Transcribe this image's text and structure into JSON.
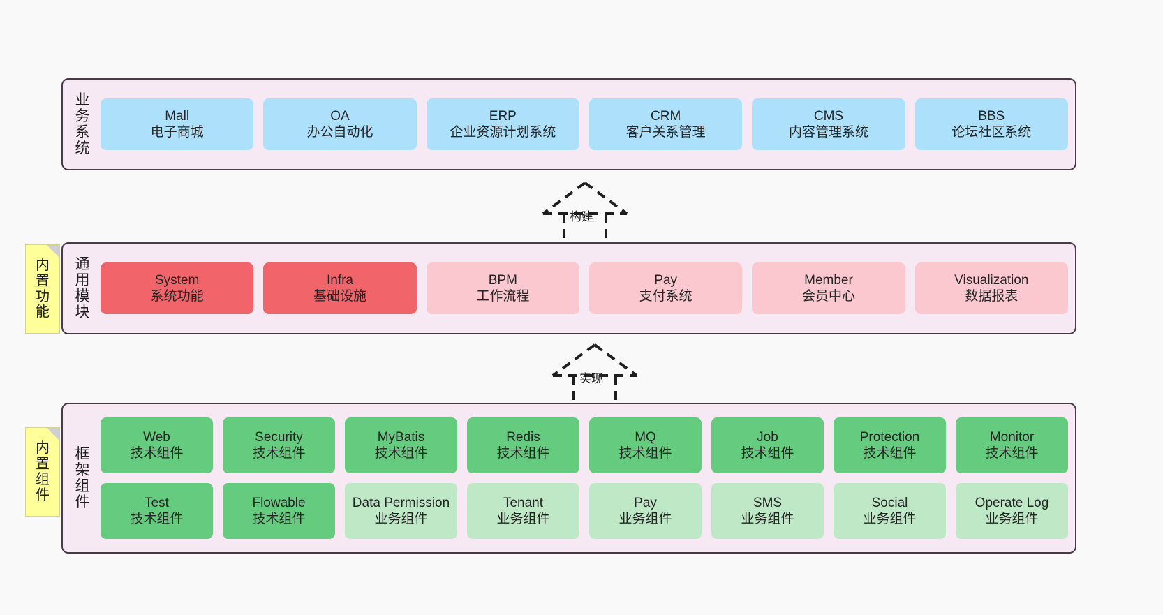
{
  "canvas": {
    "background": "#f9f9f9",
    "layer_fill": "#f7e9f3",
    "layer_border": "#4b3b46"
  },
  "colors": {
    "blue": "#ace0fb",
    "red": "#f0646a",
    "pink": "#fbc8cf",
    "green": "#65cc7f",
    "green_light": "#bfe8c7",
    "note_yellow": "#ffff99"
  },
  "notes": [
    {
      "id": "built-in-functions",
      "lines": [
        "内",
        "置",
        "功",
        "能"
      ]
    },
    {
      "id": "built-in-components",
      "lines": [
        "内",
        "置",
        "组",
        "件"
      ]
    }
  ],
  "arrows": [
    {
      "id": "build",
      "label": "构建",
      "style": "dashed-generalization-up"
    },
    {
      "id": "implement",
      "label": "实现",
      "style": "dashed-generalization-up"
    }
  ],
  "layers": [
    {
      "id": "business-systems",
      "label_lines": [
        "业",
        "务",
        "系",
        "统"
      ],
      "rows": [
        {
          "nodes": [
            {
              "title": "Mall",
              "sub": "电子商城",
              "color": "blue"
            },
            {
              "title": "OA",
              "sub": "办公自动化",
              "color": "blue"
            },
            {
              "title": "ERP",
              "sub": "企业资源计划系统",
              "color": "blue"
            },
            {
              "title": "CRM",
              "sub": "客户关系管理",
              "color": "blue"
            },
            {
              "title": "CMS",
              "sub": "内容管理系统",
              "color": "blue"
            },
            {
              "title": "BBS",
              "sub": "论坛社区系统",
              "color": "blue"
            }
          ]
        }
      ]
    },
    {
      "id": "common-modules",
      "label_lines": [
        "通",
        "用",
        "模",
        "块"
      ],
      "rows": [
        {
          "nodes": [
            {
              "title": "System",
              "sub": "系统功能",
              "color": "red"
            },
            {
              "title": "Infra",
              "sub": "基础设施",
              "color": "red"
            },
            {
              "title": "BPM",
              "sub": "工作流程",
              "color": "pink"
            },
            {
              "title": "Pay",
              "sub": "支付系统",
              "color": "pink"
            },
            {
              "title": "Member",
              "sub": "会员中心",
              "color": "pink"
            },
            {
              "title": "Visualization",
              "sub": "数据报表",
              "color": "pink"
            }
          ]
        }
      ]
    },
    {
      "id": "framework-components",
      "label_lines": [
        "框",
        "架",
        "组",
        "件"
      ],
      "rows": [
        {
          "nodes": [
            {
              "title": "Web",
              "sub": "技术组件",
              "color": "green"
            },
            {
              "title": "Security",
              "sub": "技术组件",
              "color": "green"
            },
            {
              "title": "MyBatis",
              "sub": "技术组件",
              "color": "green"
            },
            {
              "title": "Redis",
              "sub": "技术组件",
              "color": "green"
            },
            {
              "title": "MQ",
              "sub": "技术组件",
              "color": "green"
            },
            {
              "title": "Job",
              "sub": "技术组件",
              "color": "green"
            },
            {
              "title": "Protection",
              "sub": "技术组件",
              "color": "green"
            },
            {
              "title": "Monitor",
              "sub": "技术组件",
              "color": "green"
            }
          ]
        },
        {
          "nodes": [
            {
              "title": "Test",
              "sub": "技术组件",
              "color": "green"
            },
            {
              "title": "Flowable",
              "sub": "技术组件",
              "color": "green"
            },
            {
              "title": "Data Permission",
              "sub": "业务组件",
              "color": "green_light"
            },
            {
              "title": "Tenant",
              "sub": "业务组件",
              "color": "green_light"
            },
            {
              "title": "Pay",
              "sub": "业务组件",
              "color": "green_light"
            },
            {
              "title": "SMS",
              "sub": "业务组件",
              "color": "green_light"
            },
            {
              "title": "Social",
              "sub": "业务组件",
              "color": "green_light"
            },
            {
              "title": "Operate Log",
              "sub": "业务组件",
              "color": "green_light"
            }
          ]
        }
      ]
    }
  ]
}
